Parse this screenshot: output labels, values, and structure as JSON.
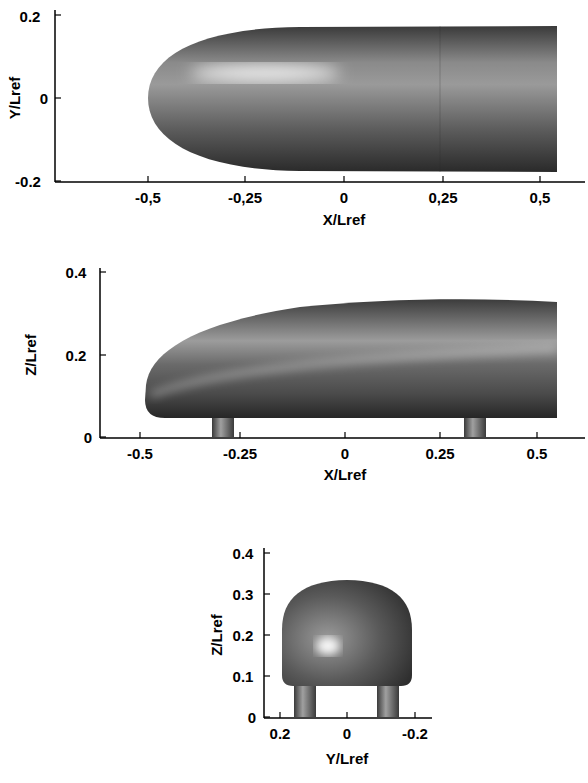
{
  "diagram": {
    "labels": [
      "0.2",
      "0",
      "-0.2",
      "Y/Lref",
      "-0,5",
      "-0,25",
      "0",
      "0,25",
      "0,5",
      "X/Lref",
      "0.4",
      "0.2",
      "0",
      "Z/Lref",
      "-0.5",
      "-0.25",
      "0",
      "0.25",
      "0.5",
      "X/Lref",
      "0.4",
      "0.3",
      "0.2",
      "0.1",
      "0",
      "Z/Lref",
      "0.2",
      "0",
      "-0.2",
      "Y/Lref"
    ]
  }
}
